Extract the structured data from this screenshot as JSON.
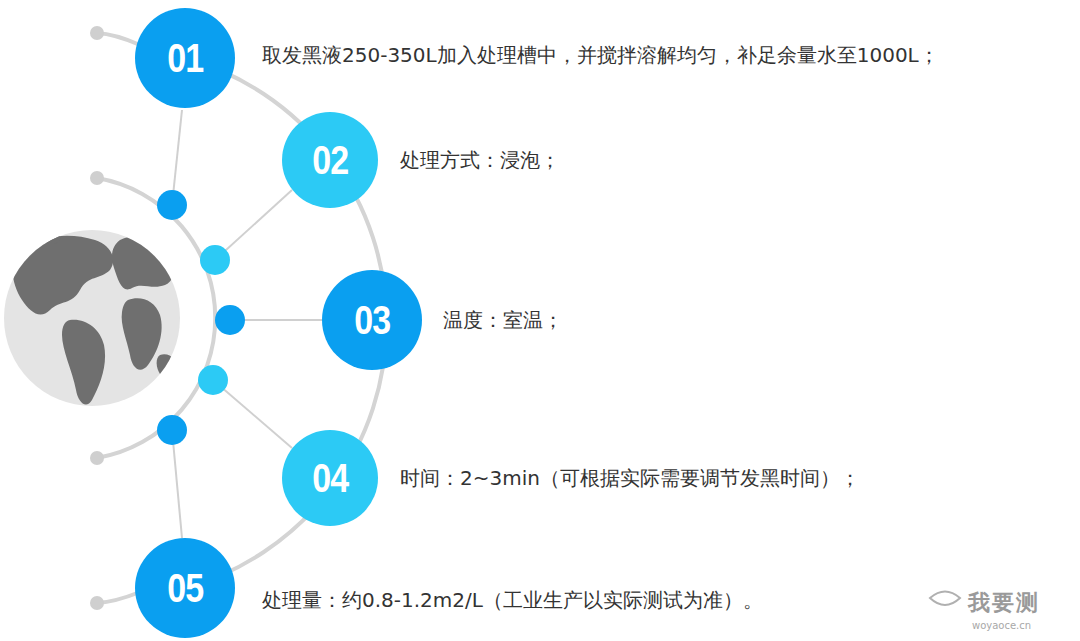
{
  "diagram": {
    "nodes": [
      {
        "text": [
          "01"
        ]
      },
      {
        "text": [
          "02"
        ]
      },
      {
        "text": [
          "03"
        ]
      },
      {
        "text": [
          "04"
        ]
      },
      {
        "text": [
          "05"
        ]
      }
    ],
    "labels": [
      "取发黑液250-350L加入处理槽中，并搅拌溶解均匀，补足余量水至1000L；",
      "处理方式：浸泡；",
      "温度：室温；",
      "时间：2~3min（可根据实际需要调节发黑时间）；",
      "处理量：约0.8-1.2m2/L（工业生产以实际测试为准）。",
      "我要测",
      "woyaoce.cn"
    ]
  }
}
